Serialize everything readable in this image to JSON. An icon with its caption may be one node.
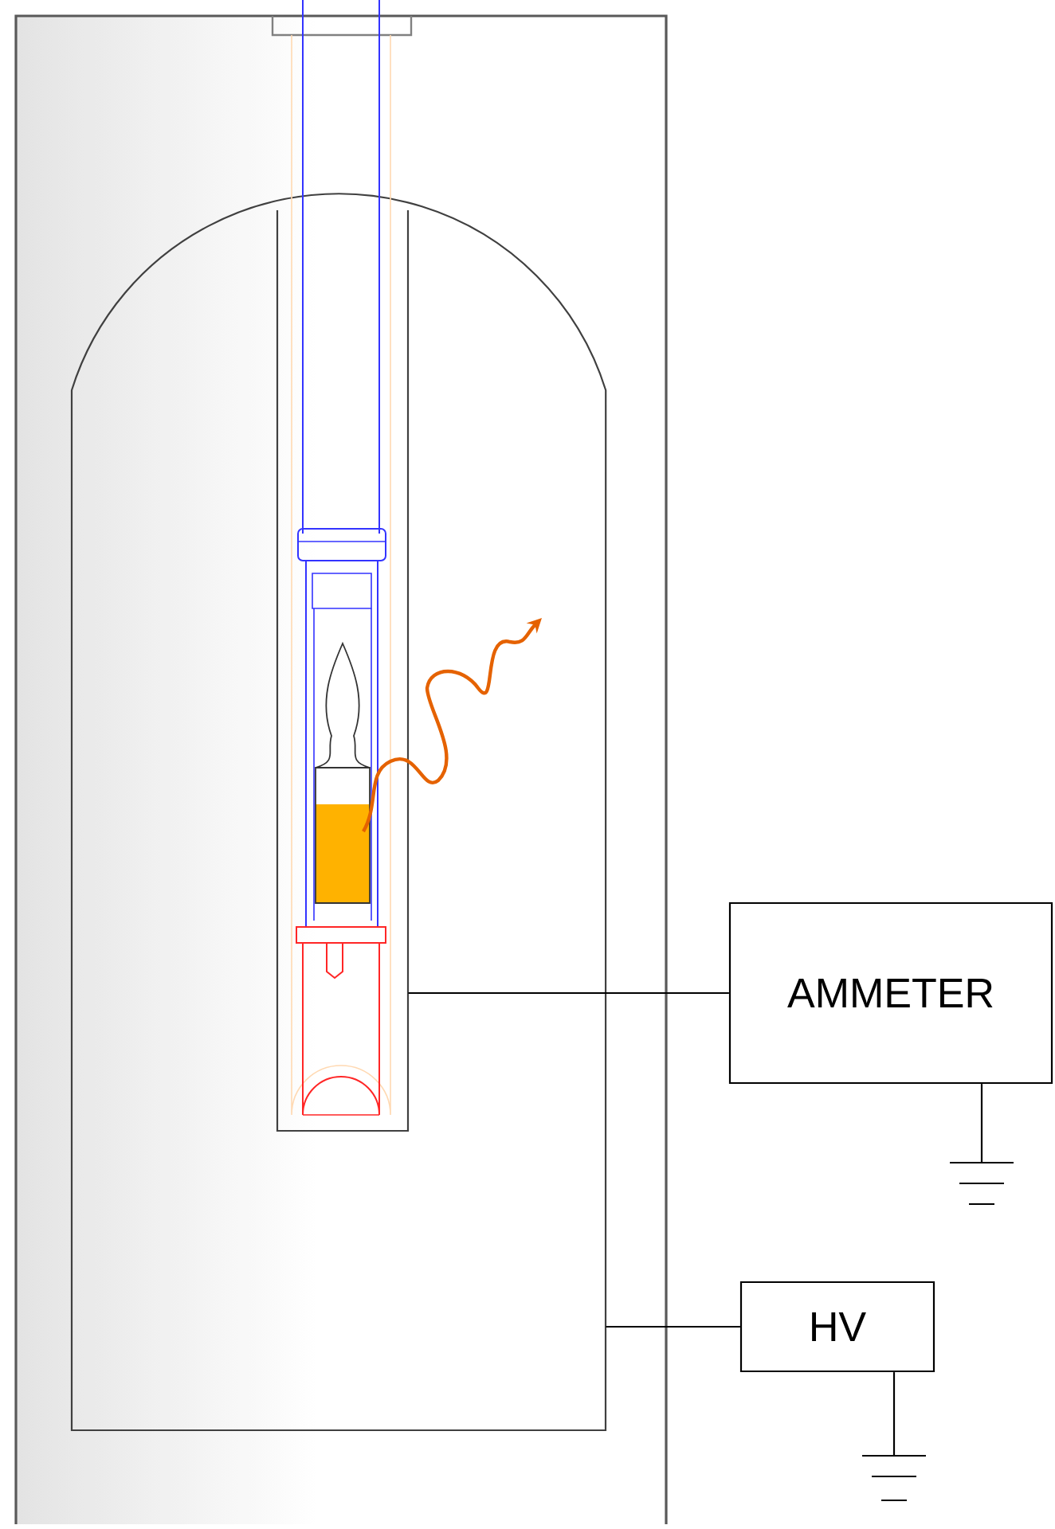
{
  "diagram": {
    "nodes": [
      {
        "text": [],
        "shape": "dome"
      },
      {
        "text": [],
        "shape": "box",
        "in": 0
      },
      {
        "text": [
          "AMMETER"
        ]
      },
      {
        "text": [],
        "shape": "ground"
      },
      {
        "text": [
          "HV"
        ]
      },
      {
        "text": [],
        "shape": "ground"
      }
    ],
    "edges": [
      {
        "from": 1,
        "to": 2,
        "arrow": "none"
      },
      {
        "from": 2,
        "to": 3,
        "arrow": "none"
      },
      {
        "from": 0,
        "to": 4,
        "arrow": "none"
      },
      {
        "from": 4,
        "to": 5,
        "arrow": "none"
      }
    ]
  }
}
